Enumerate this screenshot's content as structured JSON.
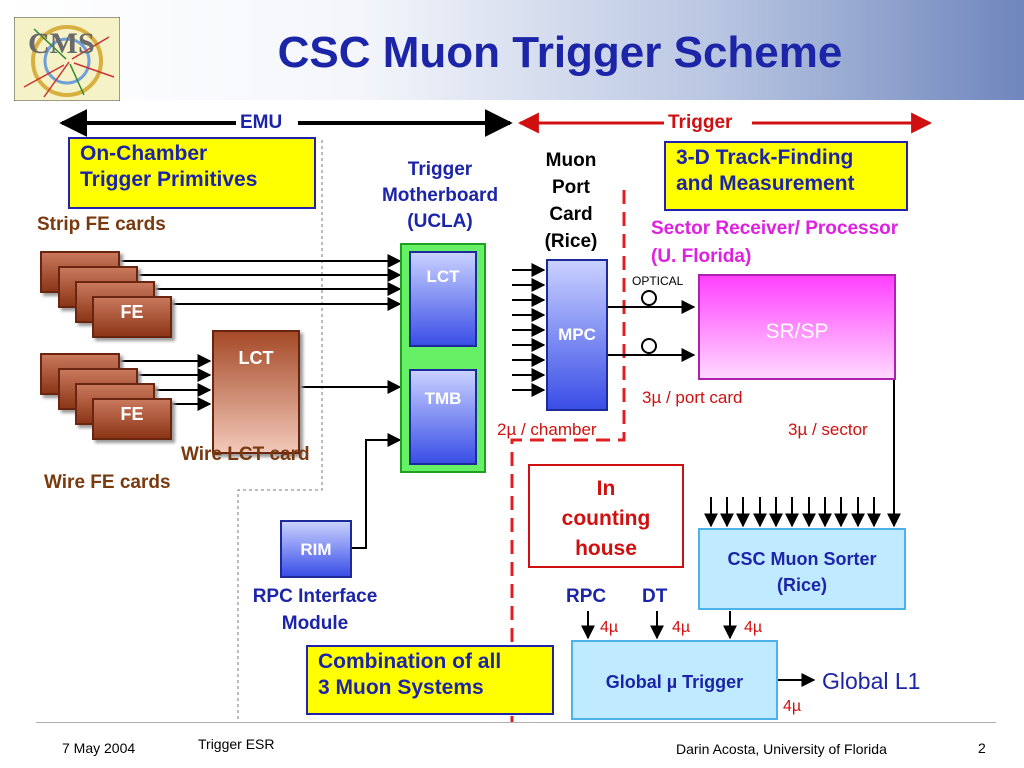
{
  "header": {
    "title": "CSC Muon Trigger Scheme",
    "logo_label": "CMS"
  },
  "arrows": {
    "emu": "EMU",
    "trigger": "Trigger"
  },
  "boxes": {
    "on_chamber": [
      "On-Chamber",
      "Trigger Primitives"
    ],
    "track_finding": [
      "3-D Track-Finding",
      "and Measurement"
    ],
    "combination": [
      "Combination of all",
      "3 Muon Systems"
    ],
    "counting_house": [
      "In",
      "counting",
      "house"
    ]
  },
  "labels": {
    "strip_fe_cards": "Strip FE cards",
    "wire_fe_cards": "Wire FE cards",
    "wire_lct_card": "Wire LCT card",
    "trigger_motherboard": [
      "Trigger",
      "Motherboard",
      "(UCLA)"
    ],
    "muon_port_card": [
      "Muon",
      "Port",
      "Card",
      "(Rice)"
    ],
    "sector_receiver": [
      "Sector Receiver/ Processor",
      "(U. Florida)"
    ],
    "optical": "OPTICAL",
    "per_port_card": "3µ  / port card",
    "per_chamber": "2µ  / chamber",
    "per_sector": "3µ  / sector",
    "rpc_interface": [
      "RPC Interface",
      "Module"
    ],
    "rpc": "RPC",
    "dt": "DT",
    "four_mu": "4µ",
    "global_l1": "Global L1"
  },
  "components": {
    "fe": "FE",
    "lct": "LCT",
    "tmb": "TMB",
    "mpc": "MPC",
    "srsp": "SR/SP",
    "rim": "RIM",
    "csc_sorter": [
      "CSC Muon Sorter",
      "(Rice)"
    ],
    "global_trigger": "Global µ Trigger"
  },
  "footer": {
    "date": "7 May 2004",
    "event": "Trigger ESR",
    "author": "Darin Acosta, University of Florida",
    "page": "2"
  },
  "colors": {
    "title_blue": "#1c24a8",
    "emu_blue": "#1c24a8",
    "trigger_red": "#d01010",
    "magenta": "#e020e0",
    "brown": "#7a3a10",
    "yellow": "#ffff00",
    "green": "#55ee55",
    "cyan": "#bfeaff"
  }
}
